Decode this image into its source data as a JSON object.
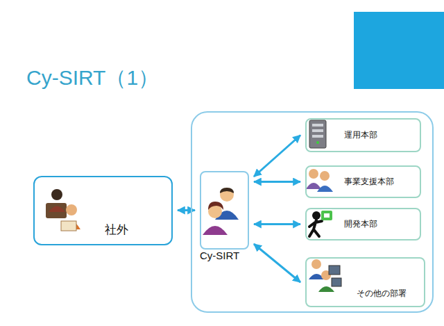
{
  "diagram": {
    "title": "Cy-SIRT（1）",
    "nodes": [
      {
        "text": [
          "社外"
        ]
      },
      {
        "text": []
      },
      {
        "text": [
          "Cy-SIRT"
        ],
        "in": 1
      },
      {
        "text": [
          "運用本部"
        ],
        "in": 1
      },
      {
        "text": [
          "事業支援本部"
        ],
        "in": 1
      },
      {
        "text": [
          "開発本部"
        ],
        "in": 1
      },
      {
        "text": [
          "その他の部署"
        ],
        "in": 1
      }
    ],
    "edges": [
      {
        "from": 0,
        "to": 2,
        "arrow": "both"
      },
      {
        "from": 2,
        "to": 3,
        "arrow": "both"
      },
      {
        "from": 2,
        "to": 4,
        "arrow": "both"
      },
      {
        "from": 2,
        "to": 5,
        "arrow": "both"
      },
      {
        "from": 2,
        "to": 6,
        "arrow": "both"
      }
    ]
  }
}
